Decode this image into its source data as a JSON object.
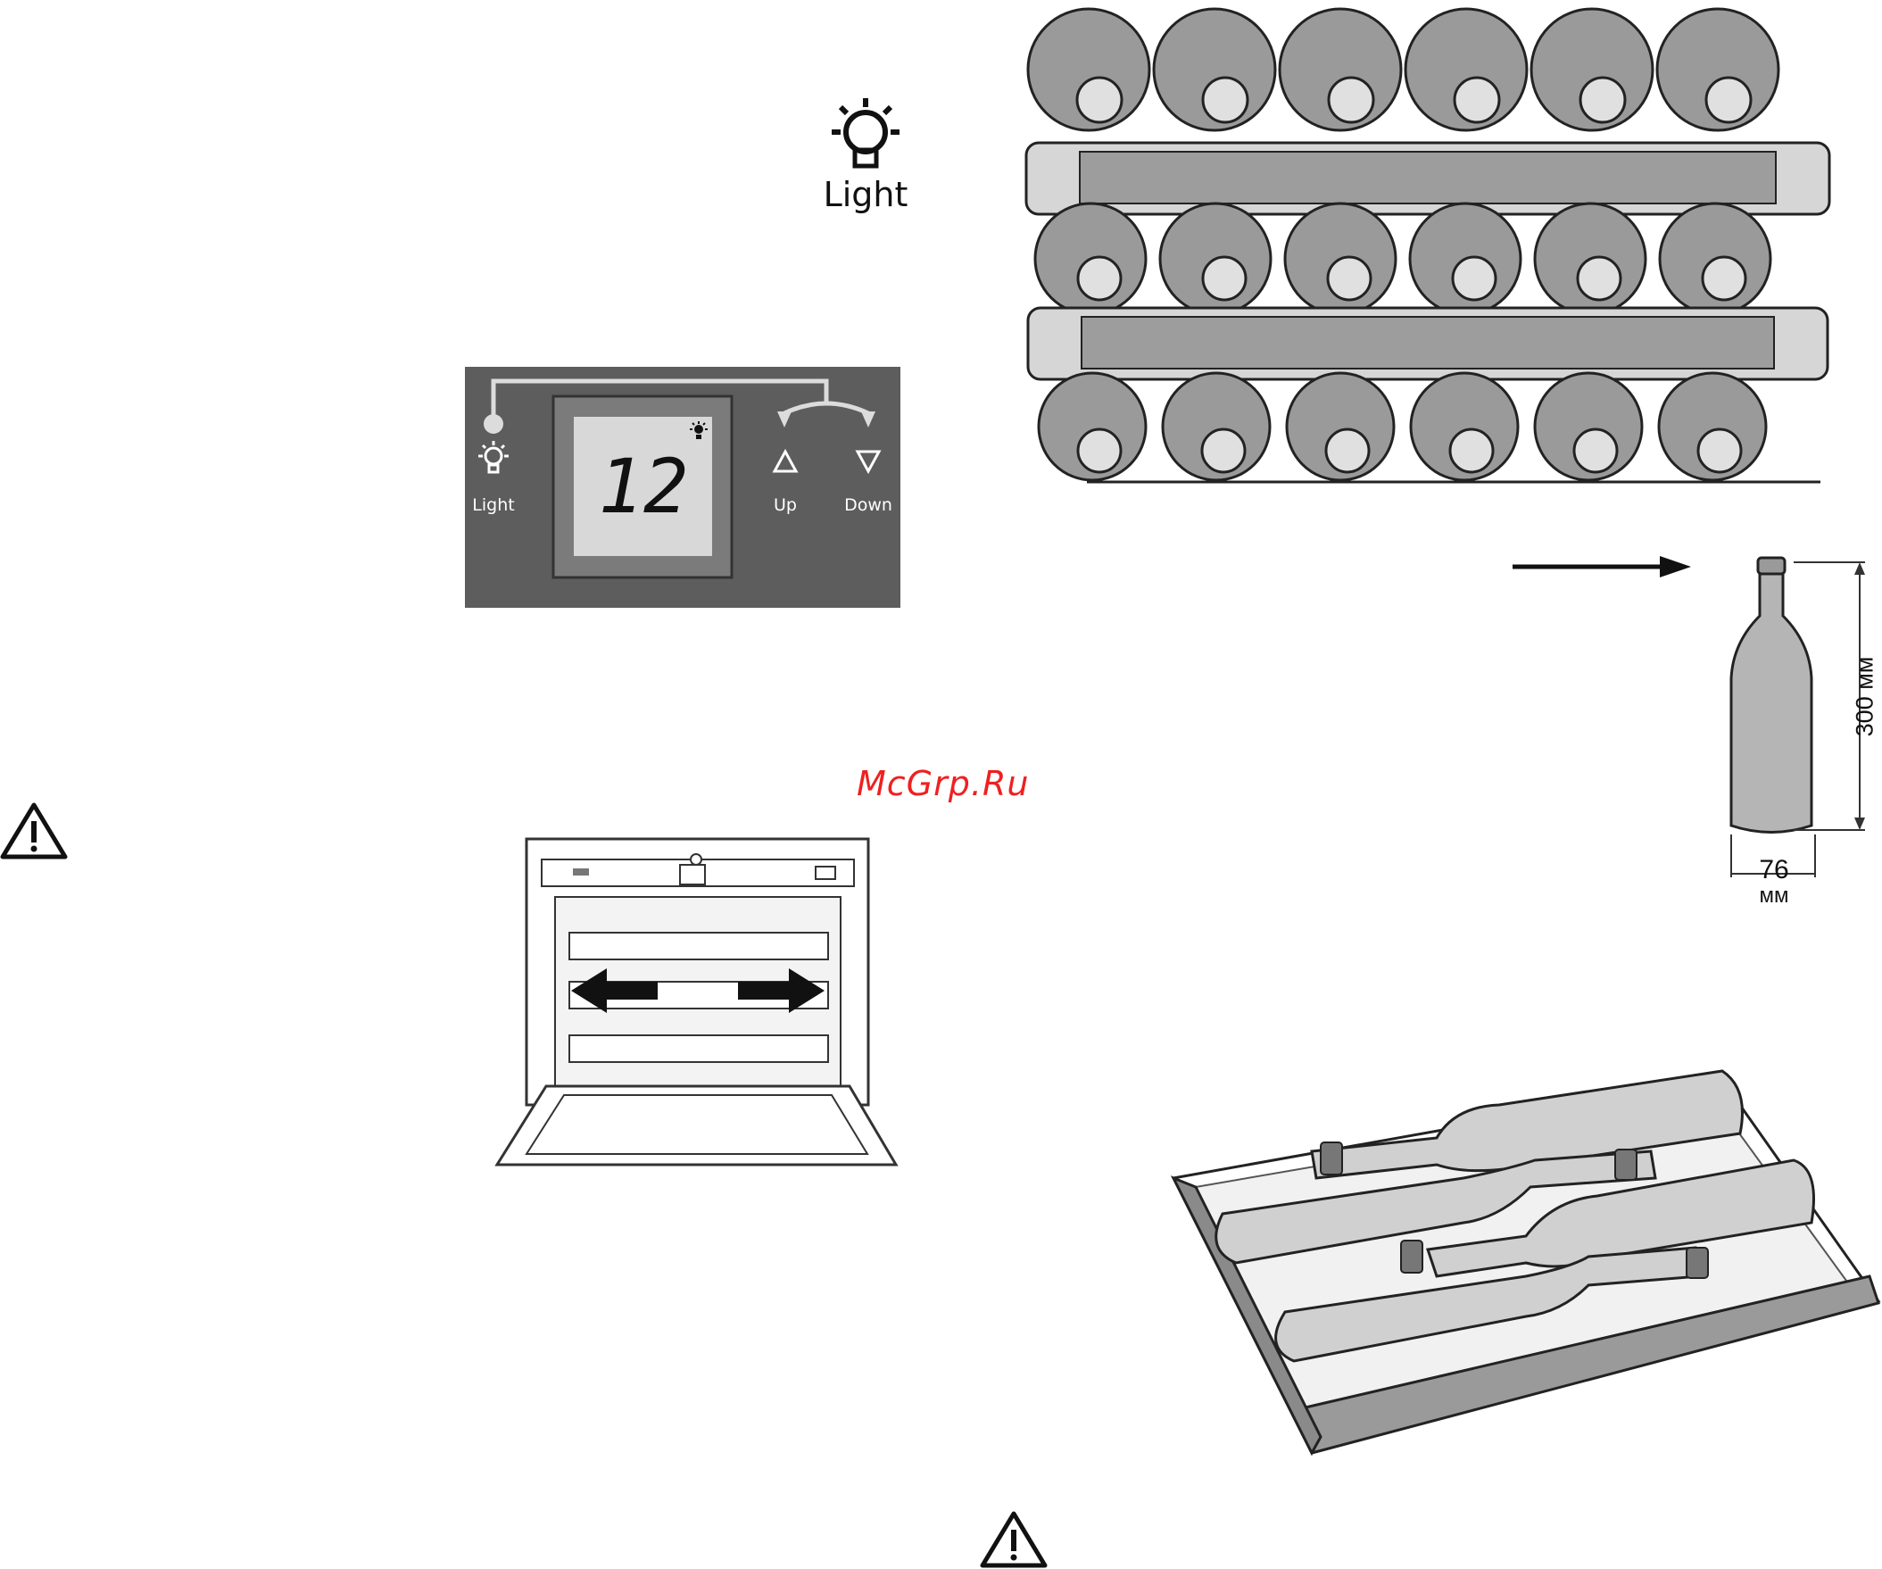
{
  "light_icon": {
    "label": "Light",
    "icon": "light-bulb-icon"
  },
  "control_panel": {
    "display_value": "12",
    "light_label": "Light",
    "up_label": "Up",
    "down_label": "Down",
    "background_color": "#5d5d5d",
    "icons": [
      "light-bulb-icon",
      "up-triangle-icon",
      "down-triangle-icon"
    ]
  },
  "watermark": {
    "text": "McGrp.Ru",
    "color": "#ef2020"
  },
  "bottle_dims": {
    "height_value": "300 мм",
    "width_number": "76",
    "width_unit": "мм"
  },
  "warnings": {
    "icon": "warning-triangle-icon"
  }
}
